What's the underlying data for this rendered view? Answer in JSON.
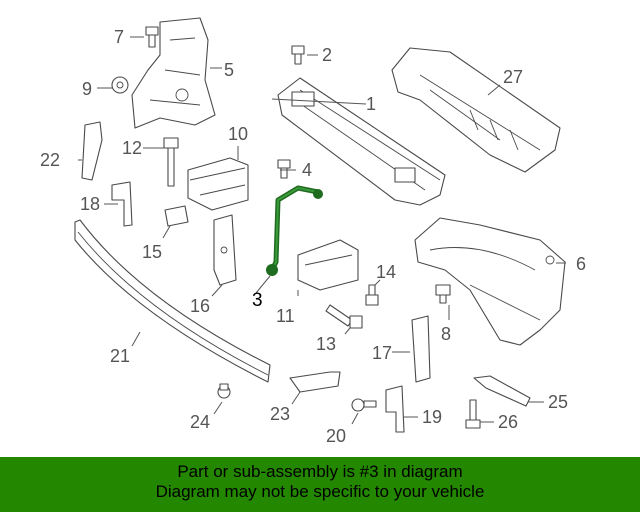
{
  "diagram": {
    "highlighted_part": "3",
    "callouts": [
      "1",
      "2",
      "3",
      "4",
      "5",
      "6",
      "7",
      "8",
      "9",
      "10",
      "11",
      "12",
      "13",
      "14",
      "15",
      "16",
      "17",
      "18",
      "19",
      "20",
      "21",
      "22",
      "23",
      "24",
      "25",
      "26",
      "27"
    ]
  },
  "banner": {
    "line1": "Part or sub-assembly is #3 in diagram",
    "line2": "Diagram may not be specific to your vehicle",
    "color": "#238700"
  },
  "colors": {
    "highlight": "#1f6b1f",
    "linework": "#4a4a4a"
  }
}
